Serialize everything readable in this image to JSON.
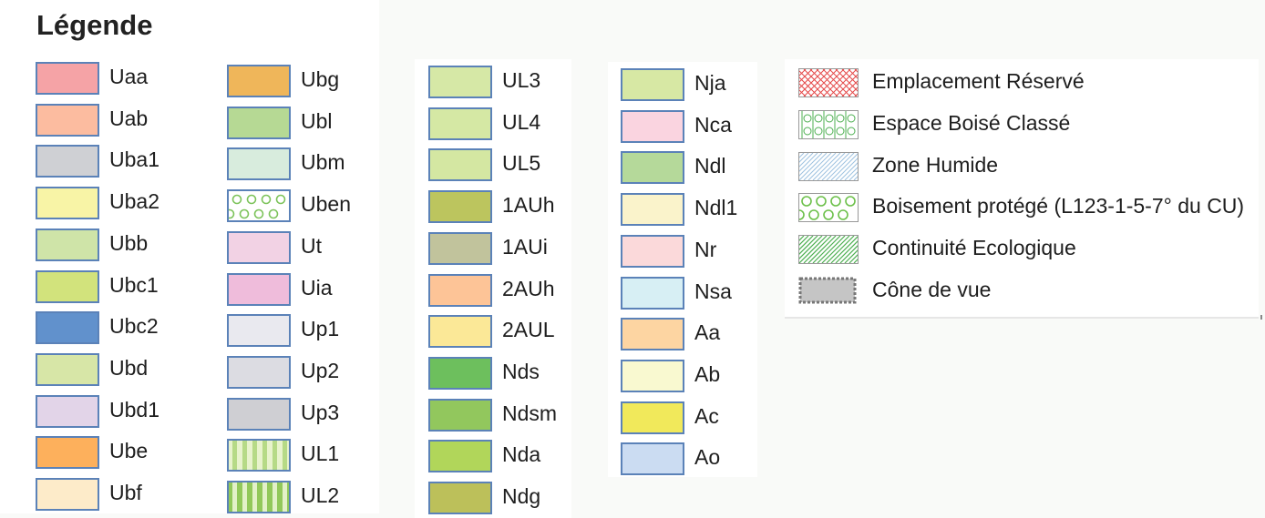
{
  "legend": {
    "title": "Légende",
    "zones": [
      [
        {
          "code": "Uaa",
          "color": "#f5a3a6"
        },
        {
          "code": "Uab",
          "color": "#fcbca0"
        },
        {
          "code": "Uba1",
          "color": "#cfd0d4"
        },
        {
          "code": "Uba2",
          "color": "#f8f4a6"
        },
        {
          "code": "Ubb",
          "color": "#cfe4a8"
        },
        {
          "code": "Ubc1",
          "color": "#d2e37c"
        },
        {
          "code": "Ubc2",
          "color": "#6191cc"
        },
        {
          "code": "Ubd",
          "color": "#d7e6a7"
        },
        {
          "code": "Ubd1",
          "color": "#e2d4e8"
        },
        {
          "code": "Ube",
          "color": "#fdb05c"
        },
        {
          "code": "Ubf",
          "color": "#fdebc9"
        }
      ],
      [
        {
          "code": "Ubg",
          "color": "#efb65a"
        },
        {
          "code": "Ubl",
          "color": "#b6d994"
        },
        {
          "code": "Ubm",
          "color": "#d8ecdd"
        },
        {
          "code": "Uben",
          "color": "#ffffff",
          "pattern": "circles"
        },
        {
          "code": "Ut",
          "color": "#f2d2e4"
        },
        {
          "code": "Uia",
          "color": "#efbcdb"
        },
        {
          "code": "Up1",
          "color": "#e9e9ef"
        },
        {
          "code": "Up2",
          "color": "#dcdce2"
        },
        {
          "code": "Up3",
          "color": "#cfcfd3"
        },
        {
          "code": "UL1",
          "color": "#e8f3cc",
          "pattern": "stripes-light"
        },
        {
          "code": "UL2",
          "color": "#92c85a",
          "pattern": "stripes-dark"
        }
      ],
      [
        {
          "code": "UL3",
          "color": "#d6e8a6"
        },
        {
          "code": "UL4",
          "color": "#d5e8a4"
        },
        {
          "code": "UL5",
          "color": "#d4e7a2"
        },
        {
          "code": "1AUh",
          "color": "#bcc55e"
        },
        {
          "code": "1AUi",
          "color": "#c1c39c"
        },
        {
          "code": "2AUh",
          "color": "#fdc497"
        },
        {
          "code": "2AUL",
          "color": "#fbe897"
        },
        {
          "code": "Nds",
          "color": "#6dbf5d"
        },
        {
          "code": "Ndsm",
          "color": "#92c75d"
        },
        {
          "code": "Nda",
          "color": "#b1d65a"
        },
        {
          "code": "Ndg",
          "color": "#bcc05a"
        }
      ],
      [
        {
          "code": "Nja",
          "color": "#d7e8a4"
        },
        {
          "code": "Nca",
          "color": "#fad4e0"
        },
        {
          "code": "Ndl",
          "color": "#b5d99a"
        },
        {
          "code": "Ndl1",
          "color": "#faf3cb"
        },
        {
          "code": "Nr",
          "color": "#fbd9da"
        },
        {
          "code": "Nsa",
          "color": "#d7eff4"
        },
        {
          "code": "Aa",
          "color": "#fdd5a2"
        },
        {
          "code": "Ab",
          "color": "#f9f9d0"
        },
        {
          "code": "Ac",
          "color": "#f1e95b"
        },
        {
          "code": "Ao",
          "color": "#cbdcf2"
        }
      ]
    ],
    "overlays": [
      {
        "label": "Emplacement Réservé",
        "pattern": "crosshatch",
        "color": "#e54a4a"
      },
      {
        "label": "Espace Boisé Classé",
        "pattern": "circle-grid",
        "color": "#4caf50"
      },
      {
        "label": "Zone Humide",
        "pattern": "diag-blue",
        "color": "#9ec2e0"
      },
      {
        "label": "Boisement protégé (L123-1-5-7° du CU)",
        "pattern": "circles-green",
        "color": "#6cc04a"
      },
      {
        "label": "Continuité Ecologique",
        "pattern": "diag-green",
        "color": "#4caf50"
      },
      {
        "label": "Cône de vue",
        "pattern": "dashed-gray",
        "color": "#c5c5c5"
      }
    ]
  }
}
